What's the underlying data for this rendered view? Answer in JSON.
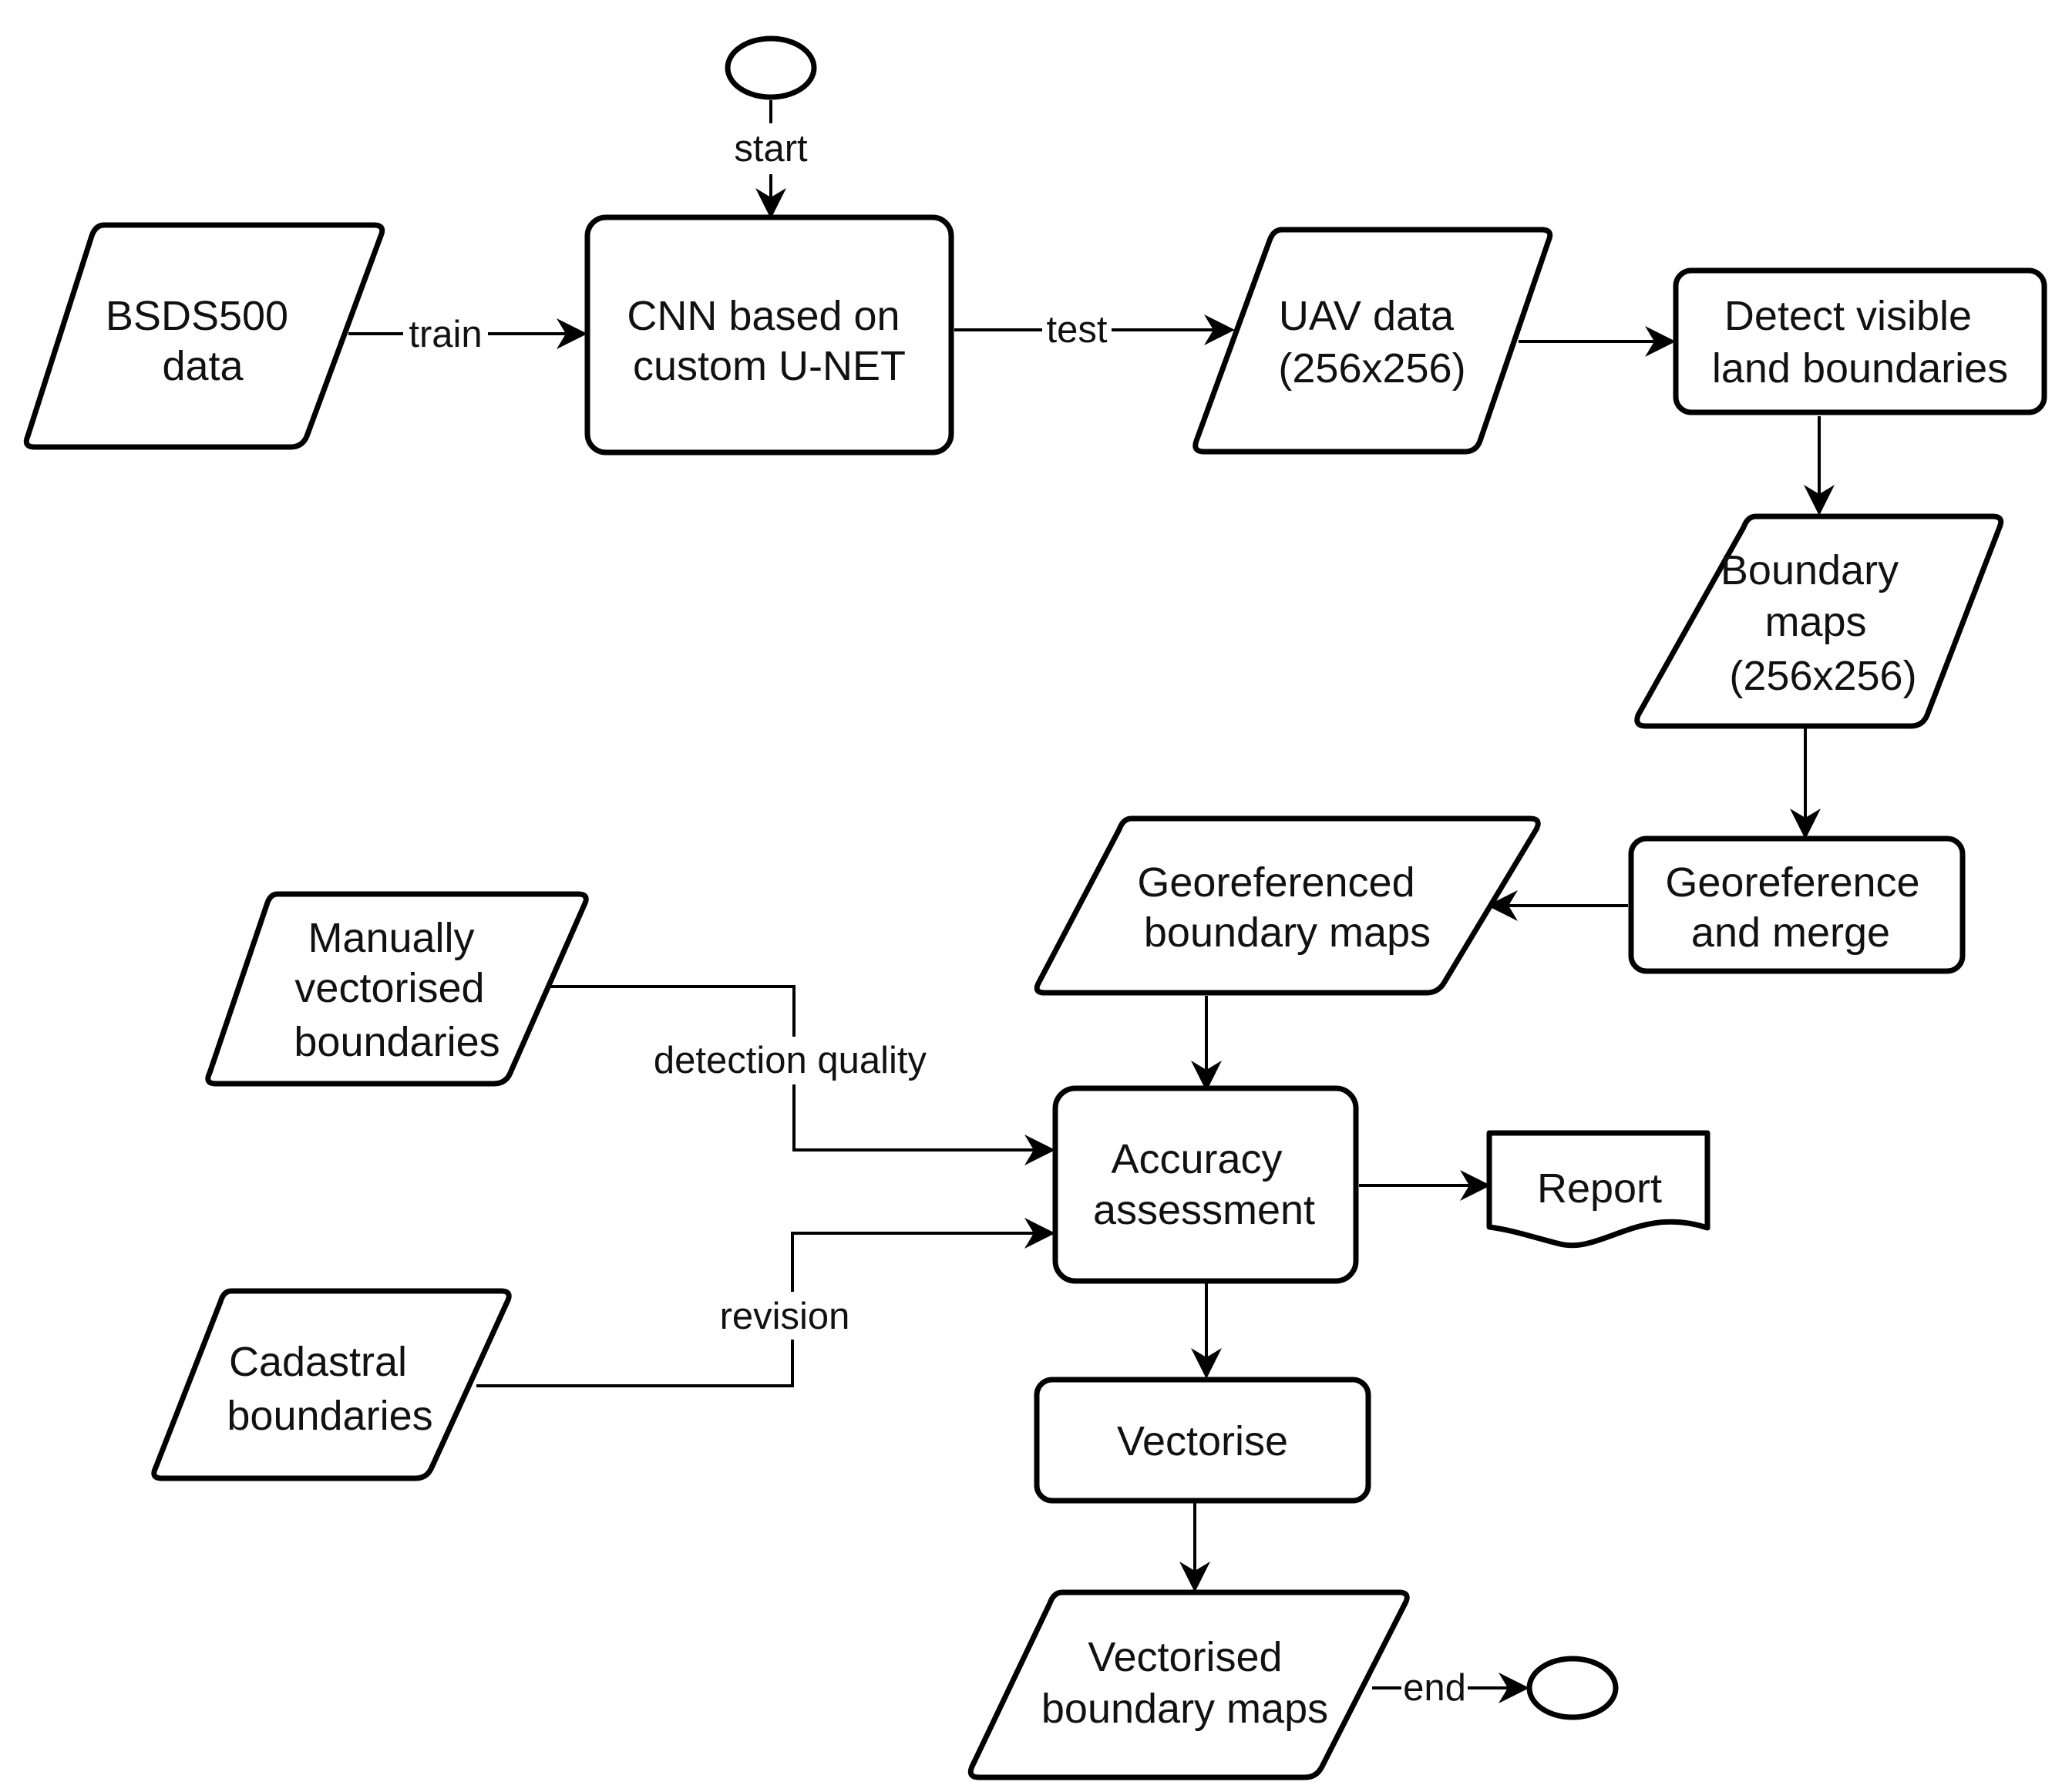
{
  "nodes": {
    "bsds500": {
      "lines": [
        "BSDS500",
        "data"
      ]
    },
    "cnn": {
      "lines": [
        "CNN based on",
        "custom U-NET"
      ]
    },
    "uav": {
      "lines": [
        "UAV data",
        "(256x256)"
      ]
    },
    "detect": {
      "lines": [
        "Detect visible",
        "land boundaries"
      ]
    },
    "boundary_maps": {
      "lines": [
        "Boundary",
        "maps",
        "(256x256)"
      ]
    },
    "georef_merge": {
      "lines": [
        "Georeference",
        "and merge"
      ]
    },
    "georef_maps": {
      "lines": [
        "Georeferenced",
        "boundary maps"
      ]
    },
    "manual": {
      "lines": [
        "Manually",
        "vectorised",
        "boundaries"
      ]
    },
    "cadastral": {
      "lines": [
        "Cadastral",
        "boundaries"
      ]
    },
    "accuracy": {
      "lines": [
        "Accuracy",
        "assessment"
      ]
    },
    "report": {
      "lines": [
        "Report"
      ]
    },
    "vectorise": {
      "lines": [
        "Vectorise"
      ]
    },
    "vectorised_maps": {
      "lines": [
        "Vectorised",
        "boundary maps"
      ]
    }
  },
  "edges": {
    "start": "start",
    "train": "train",
    "test": "test",
    "detection_quality": "detection quality",
    "revision": "revision",
    "end": "end"
  }
}
